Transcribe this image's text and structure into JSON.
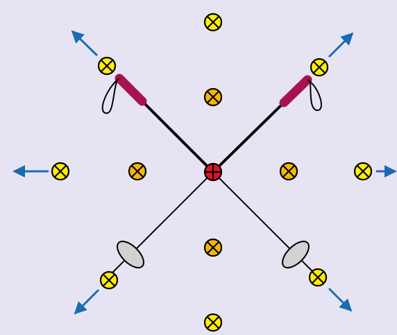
{
  "diagram": {
    "background": "#e6e4f2",
    "colors": {
      "outer_marker_fill": "#ffee00",
      "inner_marker_fill": "#f5b800",
      "center_marker_fill": "#e0102a",
      "arrow": "#1a6ab4",
      "handle": "#a8134f",
      "pole": "#000000",
      "basket": "#d2d2d2"
    },
    "icons": {
      "outer_marker": "cross-in-circle",
      "inner_marker": "cross-in-circle",
      "center_marker": "plus-in-circle",
      "arrow": "arrow",
      "ski_pole": "ski-pole-with-strap-and-basket"
    }
  }
}
